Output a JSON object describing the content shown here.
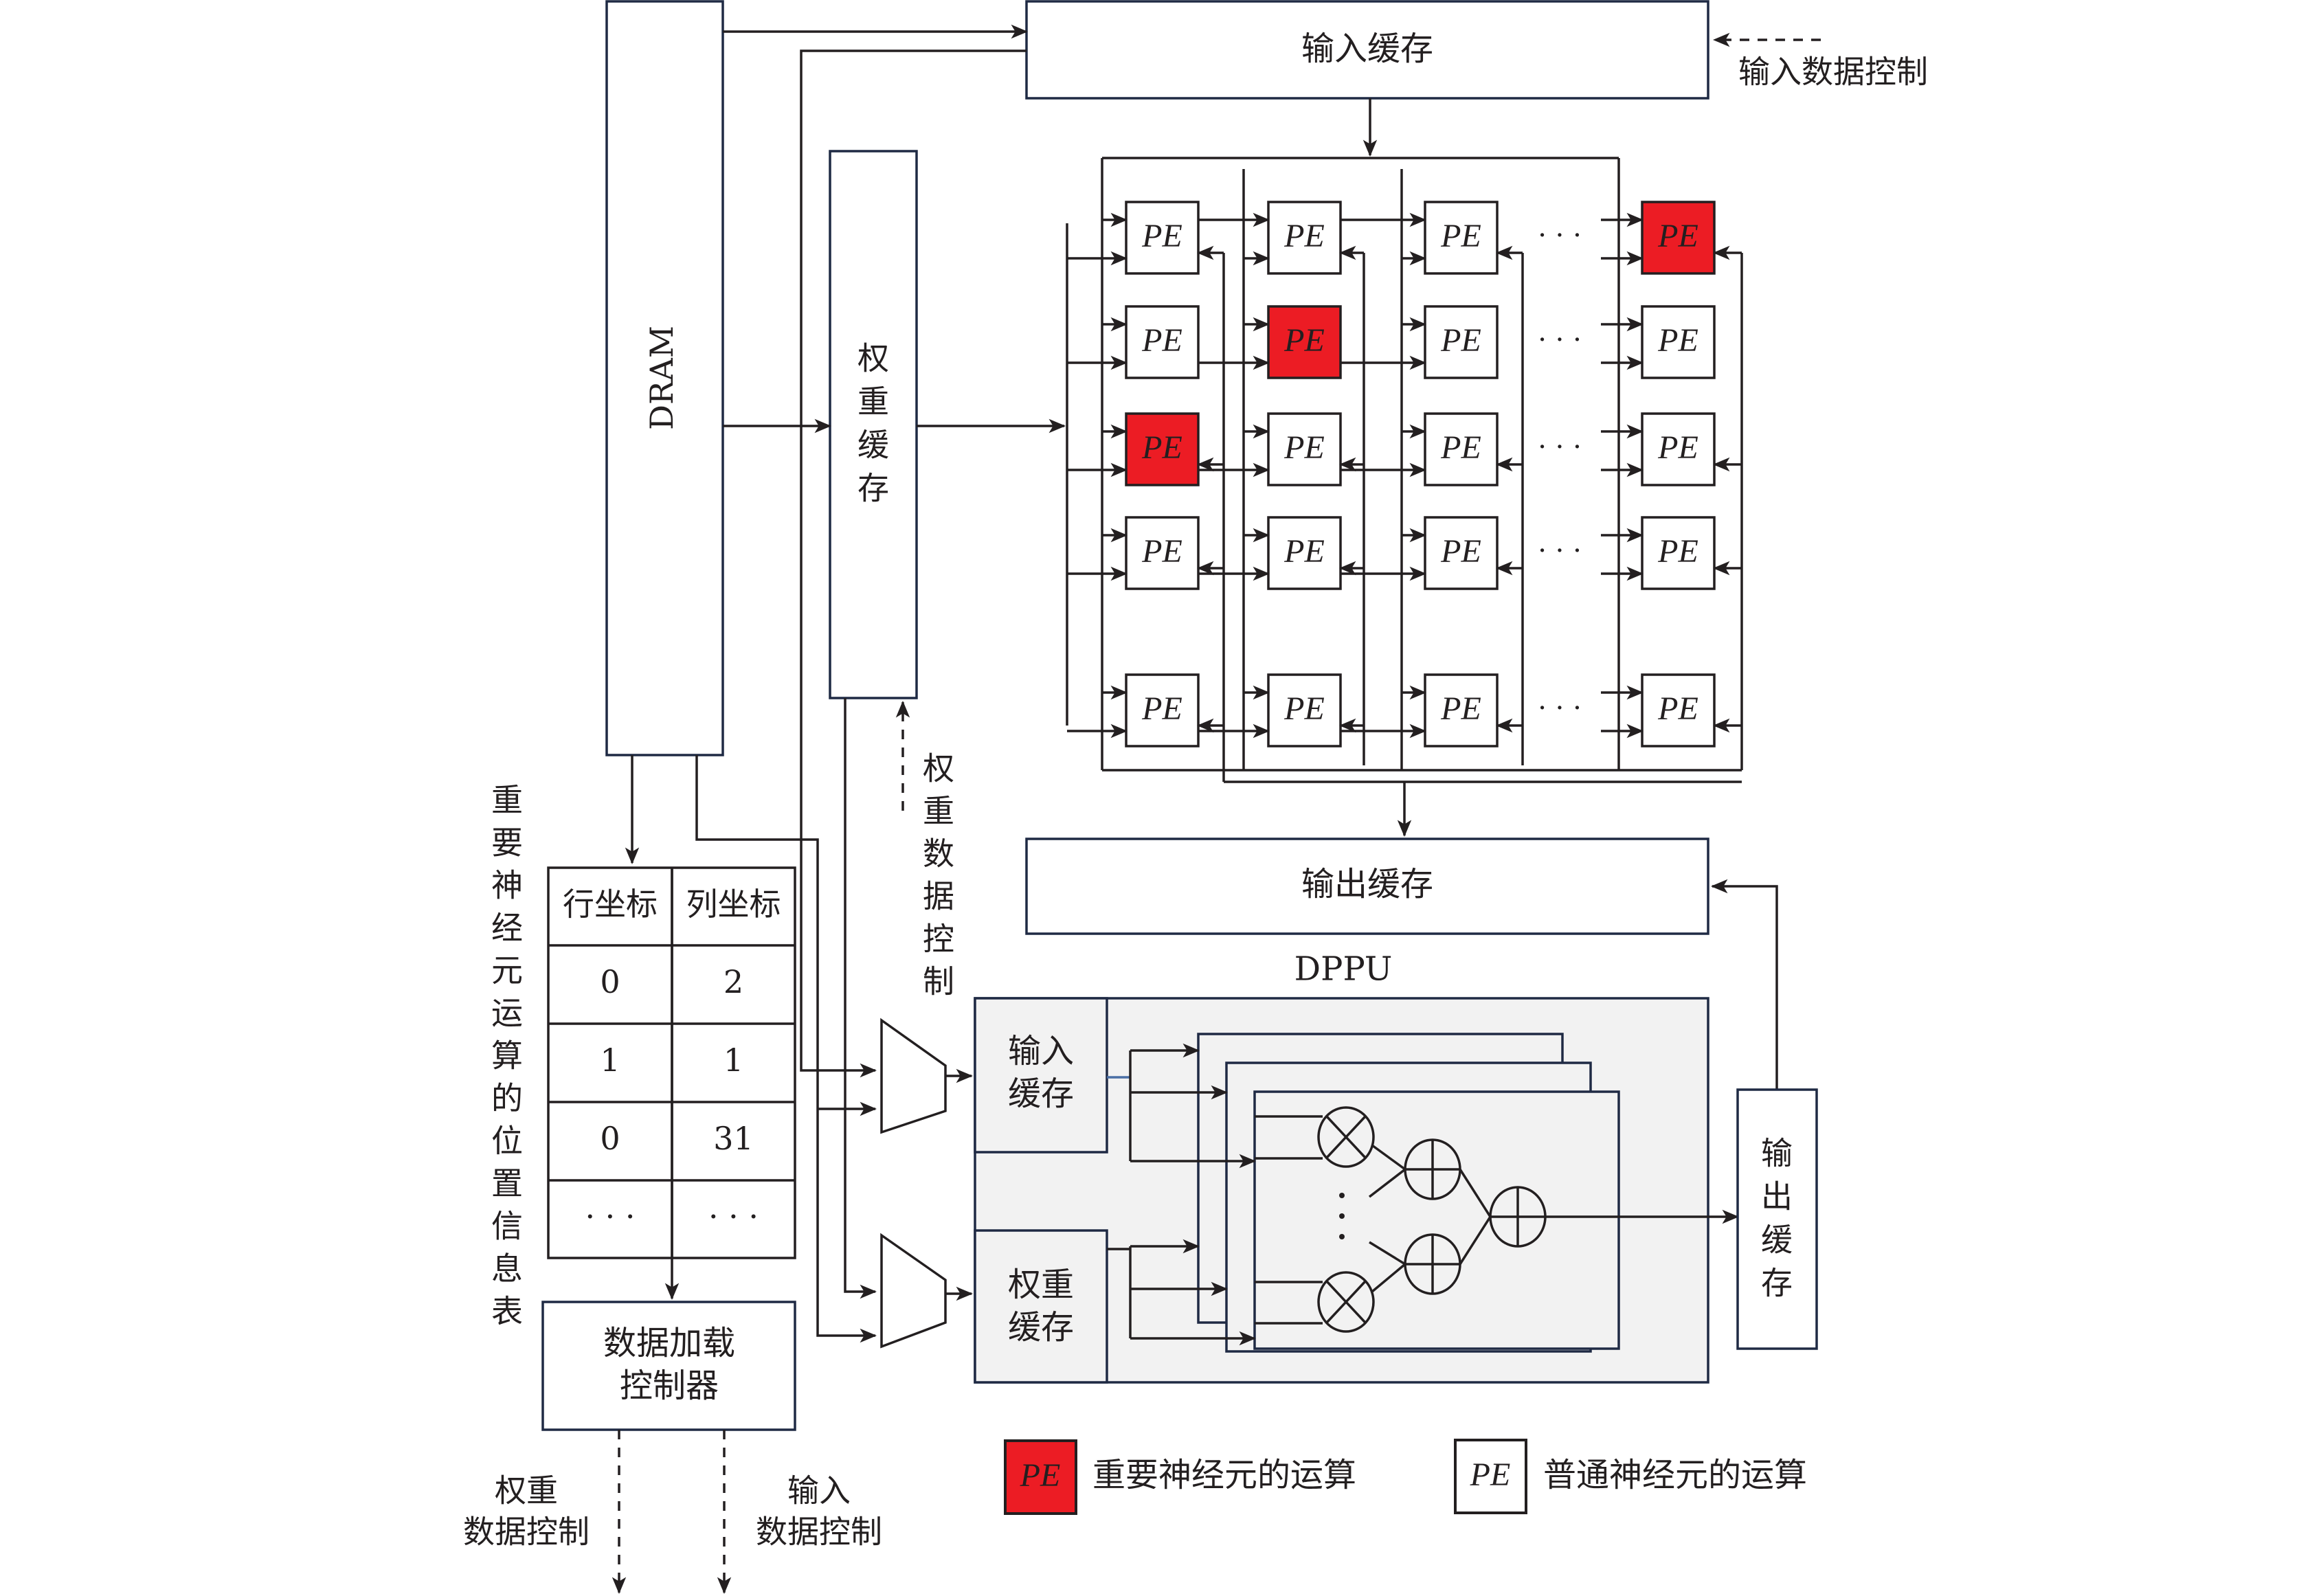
{
  "colors": {
    "important_pe": "#ec1c24",
    "normal_pe": "#ffffff",
    "line": "#231f20",
    "box_border": "#1f2a44",
    "dppu_fill": "#f2f2f2"
  },
  "dram": {
    "label": "DRAM"
  },
  "input_buffer": {
    "label": "输入缓存"
  },
  "input_data_control_top": {
    "label": "输入数据控制"
  },
  "weight_buffer": {
    "label_chars": [
      "权",
      "重",
      "缓",
      "存"
    ]
  },
  "weight_data_control_side": {
    "label_chars": [
      "权",
      "重",
      "数",
      "据",
      "控",
      "制"
    ]
  },
  "pe_array": {
    "pe_label": "PE",
    "ellipsis": "· · ·",
    "rows": [
      [
        "normal",
        "normal",
        "normal",
        "important"
      ],
      [
        "normal",
        "important",
        "normal",
        "normal"
      ],
      [
        "important",
        "normal",
        "normal",
        "normal"
      ],
      [
        "normal",
        "normal",
        "normal",
        "normal"
      ],
      [
        "normal",
        "normal",
        "normal",
        "normal"
      ]
    ]
  },
  "output_buffer": {
    "label": "输出缓存"
  },
  "dppu": {
    "title": "DPPU",
    "input_buffer_lines": [
      "输入",
      "缓存"
    ],
    "weight_buffer_lines": [
      "权重",
      "缓存"
    ],
    "vertical_dots": "·\n·\n·"
  },
  "dppu_output_buffer": {
    "label_chars": [
      "输",
      "出",
      "缓",
      "存"
    ]
  },
  "position_table": {
    "side_label_chars": [
      "重",
      "要",
      "神",
      "经",
      "元",
      "运",
      "算",
      "的",
      "位",
      "置",
      "信",
      "息",
      "表"
    ],
    "headers": [
      "行坐标",
      "列坐标"
    ],
    "rows": [
      [
        "0",
        "2"
      ],
      [
        "1",
        "1"
      ],
      [
        "0",
        "31"
      ],
      [
        "· · ·",
        "· · ·"
      ]
    ]
  },
  "data_load_controller": {
    "lines": [
      "数据加载",
      "控制器"
    ]
  },
  "bottom_controls": {
    "weight": [
      "权重",
      "数据控制"
    ],
    "input": [
      "输入",
      "数据控制"
    ]
  },
  "legend": {
    "items": [
      {
        "pe_label": "PE",
        "kind": "important",
        "text": "重要神经元的运算"
      },
      {
        "pe_label": "PE",
        "kind": "normal",
        "text": "普通神经元的运算"
      }
    ]
  }
}
